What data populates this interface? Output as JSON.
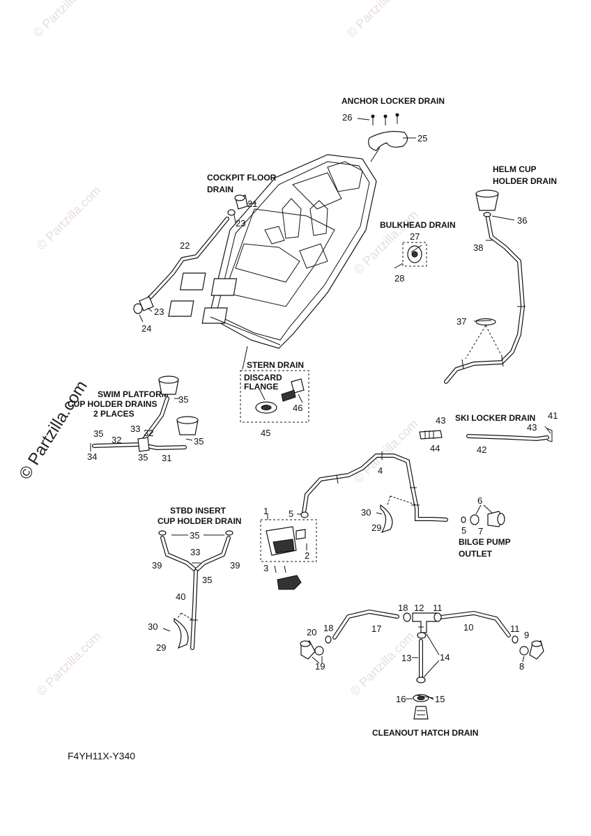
{
  "watermark": {
    "text": "© Partzilla.com"
  },
  "diagram_code": "F4YH11X-Y340",
  "section_labels": {
    "anchor": "ANCHOR LOCKER DRAIN",
    "cockpit": [
      "COCKPIT FLOOR",
      "DRAIN"
    ],
    "helm": [
      "HELM CUP",
      "HOLDER DRAIN"
    ],
    "bulkhead": "BULKHEAD DRAIN",
    "stern": "STERN DRAIN",
    "discard": [
      "DISCARD",
      "FLANGE"
    ],
    "swim": [
      "SWIM PLATFORM",
      "CUP HOLDER DRAINS",
      "2 PLACES"
    ],
    "ski": "SKI LOCKER DRAIN",
    "stbd": [
      "STBD INSERT",
      "CUP HOLDER DRAIN"
    ],
    "bilge": [
      "BILGE PUMP",
      "OUTLET"
    ],
    "cleanout": "CLEANOUT HATCH DRAIN"
  },
  "callouts": {
    "c26": "26",
    "c25": "25",
    "c21": "21",
    "c23a": "23",
    "c22": "22",
    "c23b": "23",
    "c24": "24",
    "c36": "36",
    "c38": "38",
    "c27": "27",
    "c28": "28",
    "c37": "37",
    "c46": "46",
    "c45": "45",
    "c35a": "35",
    "c32a": "32",
    "c33a": "33",
    "c35b": "35",
    "c35c": "35",
    "c32b": "32",
    "c34": "34",
    "c35d": "35",
    "c31": "31",
    "c43a": "43",
    "c44": "44",
    "c43b": "43",
    "c41": "41",
    "c42": "42",
    "c4": "4",
    "c1": "1",
    "c5a": "5",
    "c2": "2",
    "c3": "3",
    "c30a": "30",
    "c29a": "29",
    "c6": "6",
    "c5b": "5",
    "c7": "7",
    "c35e": "35",
    "c33b": "33",
    "c39a": "39",
    "c39b": "39",
    "c35f": "35",
    "c40": "40",
    "c30b": "30",
    "c29b": "29",
    "c18a": "18",
    "c12": "12",
    "c11a": "11",
    "c20": "20",
    "c18b": "18",
    "c17": "17",
    "c10": "10",
    "c11b": "11",
    "c9": "9",
    "c19": "19",
    "c8": "8",
    "c13": "13",
    "c14": "14",
    "c16": "16",
    "c15": "15"
  }
}
